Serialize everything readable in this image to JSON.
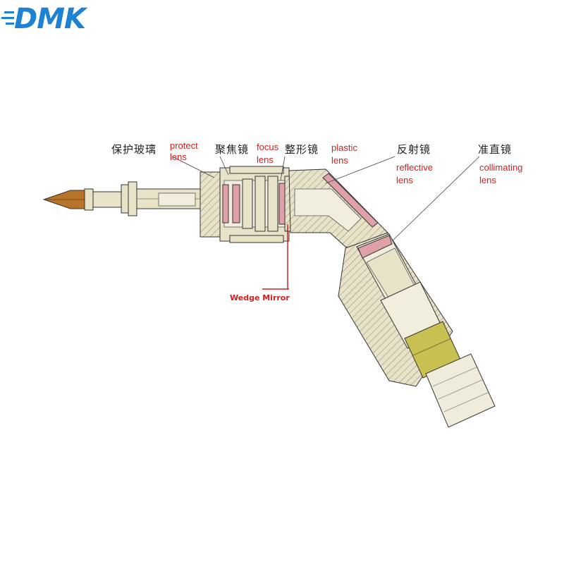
{
  "logo": {
    "text": "DMK",
    "color": "#1e82d2"
  },
  "labels": {
    "protect": {
      "zh": "保护玻璃",
      "en1": "protect",
      "en2": "lens"
    },
    "focus": {
      "zh": "聚焦镜",
      "en1": "focus",
      "en2": "lens"
    },
    "plastic": {
      "zh": "整形镜",
      "en1": "plastic",
      "en2": "lens"
    },
    "reflective": {
      "zh": "反射镜",
      "en1": "reflective",
      "en2": "lens"
    },
    "collimating": {
      "zh": "准直镜",
      "en1": "collimating",
      "en2": "lens"
    },
    "wedge": "Wedge Mirror"
  },
  "colors": {
    "body": "#e8e2c8",
    "outline": "#333333",
    "lens": "#e0a0a8",
    "nozzle": "#b8742a",
    "connector": "#c8c050",
    "callout": "#d21e1e"
  }
}
